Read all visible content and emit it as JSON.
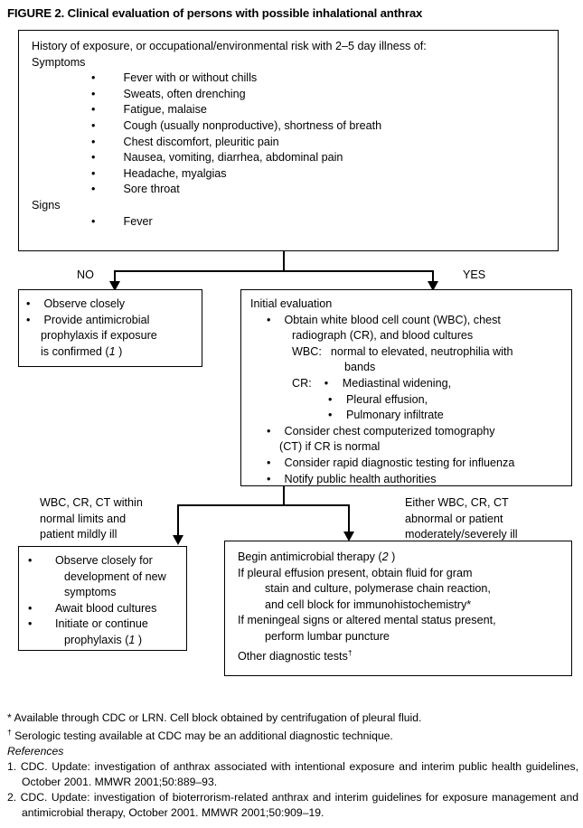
{
  "figure": {
    "number": "FIGURE 2.",
    "title": "Clinical evaluation of persons with possible inhalational anthrax",
    "full_title": "FIGURE 2. Clinical evaluation of persons with possible inhalational anthrax"
  },
  "history_box": {
    "heading": "History of exposure, or occupational/environmental risk with 2–5 day illness of:",
    "symptoms_label": "Symptoms",
    "symptoms": [
      "Fever with or without chills",
      "Sweats, often drenching",
      "Fatigue, malaise",
      "Cough (usually nonproductive), shortness of breath",
      "Chest discomfort, pleuritic pain",
      "Nausea, vomiting, diarrhea, abdominal pain",
      "Headache, myalgias",
      "Sore throat"
    ],
    "signs_label": "Signs",
    "signs": [
      "Fever"
    ]
  },
  "branch1": {
    "no_label": "NO",
    "yes_label": "YES"
  },
  "no_box": {
    "items": [
      {
        "line1": "Observe closely"
      },
      {
        "line1": "Provide antimicrobial",
        "line2": "prophylaxis if exposure",
        "line3": "is confirmed (",
        "ref": "1",
        "line3b": " )"
      }
    ],
    "item1": "Observe closely",
    "item2_l1": "Provide antimicrobial",
    "item2_l2": "prophylaxis if exposure",
    "item2_l3a": "is confirmed (",
    "item2_ref": "1",
    "item2_l3b": " )"
  },
  "initial_box": {
    "heading": "Initial evaluation",
    "b1_l1": "Obtain white blood cell count (WBC), chest",
    "b1_l2": "radiograph (CR), and blood cultures",
    "wbc_label": "WBC:",
    "wbc_l1": "normal to elevated, neutrophilia with",
    "wbc_l2": "bands",
    "cr_label": "CR:",
    "cr_items": [
      "Mediastinal widening,",
      "Pleural effusion,",
      "Pulmonary infiltrate"
    ],
    "b2_l1": "Consider chest computerized tomography",
    "b2_l2": "(CT) if CR is normal",
    "b3": "Consider rapid diagnostic testing for influenza",
    "b4": "Notify public health authorities"
  },
  "branch2": {
    "left_label": [
      "WBC, CR, CT within",
      "normal limits and",
      "patient mildly ill"
    ],
    "right_label": [
      "Either WBC, CR, CT",
      "abnormal or patient",
      "moderately/severely ill"
    ]
  },
  "observe_box": {
    "item1_l1": "Observe closely for",
    "item1_l2": "development of new",
    "item1_l3": "symptoms",
    "item2": "Await blood cultures",
    "item3_l1": "Initiate or continue",
    "item3_l2a": "prophylaxis (",
    "item3_ref": "1",
    "item3_l2b": " )"
  },
  "begin_box": {
    "l1a": "Begin antimicrobial therapy (",
    "l1_ref": "2",
    "l1b": " )",
    "l2": "If pleural effusion present, obtain fluid for gram",
    "l3": "stain and culture, polymerase chain reaction,",
    "l4": "and cell block for immunohistochemistry*",
    "l5": "If meningeal signs or altered mental status present,",
    "l6": "perform lumbar puncture",
    "l7": "Other diagnostic tests",
    "l7_sup": "†"
  },
  "footnotes": {
    "star_marker": "*",
    "star": "Available through CDC or LRN. Cell block obtained by centrifugation of pleural fluid.",
    "dagger_marker": "†",
    "dagger": "Serologic testing available at CDC may be an additional diagnostic technique."
  },
  "references": {
    "heading": "References",
    "items": [
      {
        "num": "1.",
        "text": "CDC. Update: investigation of anthrax associated with intentional exposure and interim public health guidelines, October 2001. MMWR 2001;50:889–93."
      },
      {
        "num": "2.",
        "text": "CDC. Update: investigation of bioterrorism-related anthrax and interim guidelines for exposure management and antimicrobial therapy, October 2001. MMWR 2001;50:909–19."
      }
    ]
  },
  "colors": {
    "ink": "#000000",
    "paper": "#ffffff"
  }
}
